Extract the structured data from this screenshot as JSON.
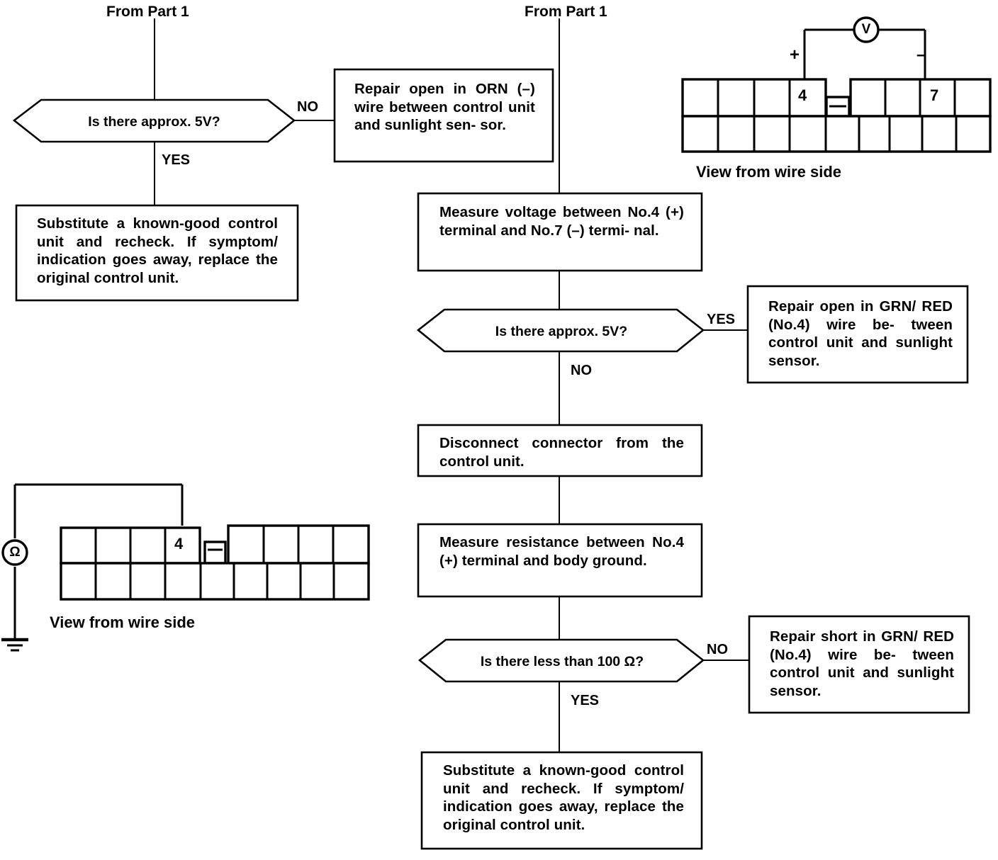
{
  "page": {
    "title": "Sunlight sensor circuit troubleshooting flowchart (Part 2)",
    "background": "#ffffff",
    "ink": "#000000"
  },
  "entry_labels": {
    "left": "From Part 1",
    "center": "From Part 1"
  },
  "left_branch": {
    "decision": {
      "text": "Is there approx. 5V?",
      "yes_label": "YES",
      "no_label": "NO"
    },
    "no_box": {
      "text": "Repair open in ORN (–) wire  between  control unit and sunlight sen- sor."
    },
    "yes_box": {
      "text": "Substitute a known-good control unit  and  recheck.  If  symptom/ indication goes away, replace the original control unit."
    }
  },
  "center_branch": {
    "step_measure_voltage": {
      "text": "Measure  voltage  between  No.4 (+) terminal and No.7 (–) termi- nal."
    },
    "decision_voltage": {
      "text": "Is there approx. 5V?",
      "yes_label": "YES",
      "no_label": "NO"
    },
    "yes_box_voltage": {
      "text": "Repair  open  in  GRN/ RED  (No.4)  wire  be- tween  control unit and sunlight sensor."
    },
    "step_disconnect": {
      "text": "Disconnect  connector  from  the control unit."
    },
    "step_measure_resistance": {
      "text": "Measure     resistance     between No.4   (+)   terminal   and   body ground."
    },
    "decision_resistance": {
      "text": "Is there less than 100 Ω?",
      "yes_label": "YES",
      "no_label": "NO"
    },
    "no_box_resistance": {
      "text": "Repair  short  in  GRN/ RED  (No.4)  wire  be- tween  control unit and sunlight sensor."
    },
    "final_box": {
      "text": "Substitute a known-good control unit  and  recheck.  If  symptom/ indication goes away, replace the original control unit."
    }
  },
  "voltmeter_figure": {
    "caption": "View from wire side",
    "meter_symbol": "V",
    "meter_name": "voltmeter",
    "plus_label": "+",
    "minus_label": "–",
    "terminal_positive": "4",
    "terminal_negative": "7",
    "top_row_cells": 8,
    "bottom_row_cells": 8
  },
  "ohmmeter_figure": {
    "caption": "View from wire side",
    "meter_symbol": "Ω",
    "meter_name": "ohmmeter",
    "terminal_probed": "4",
    "ground_symbol": "earth-ground",
    "top_row_cells": 8,
    "bottom_row_cells": 8
  }
}
